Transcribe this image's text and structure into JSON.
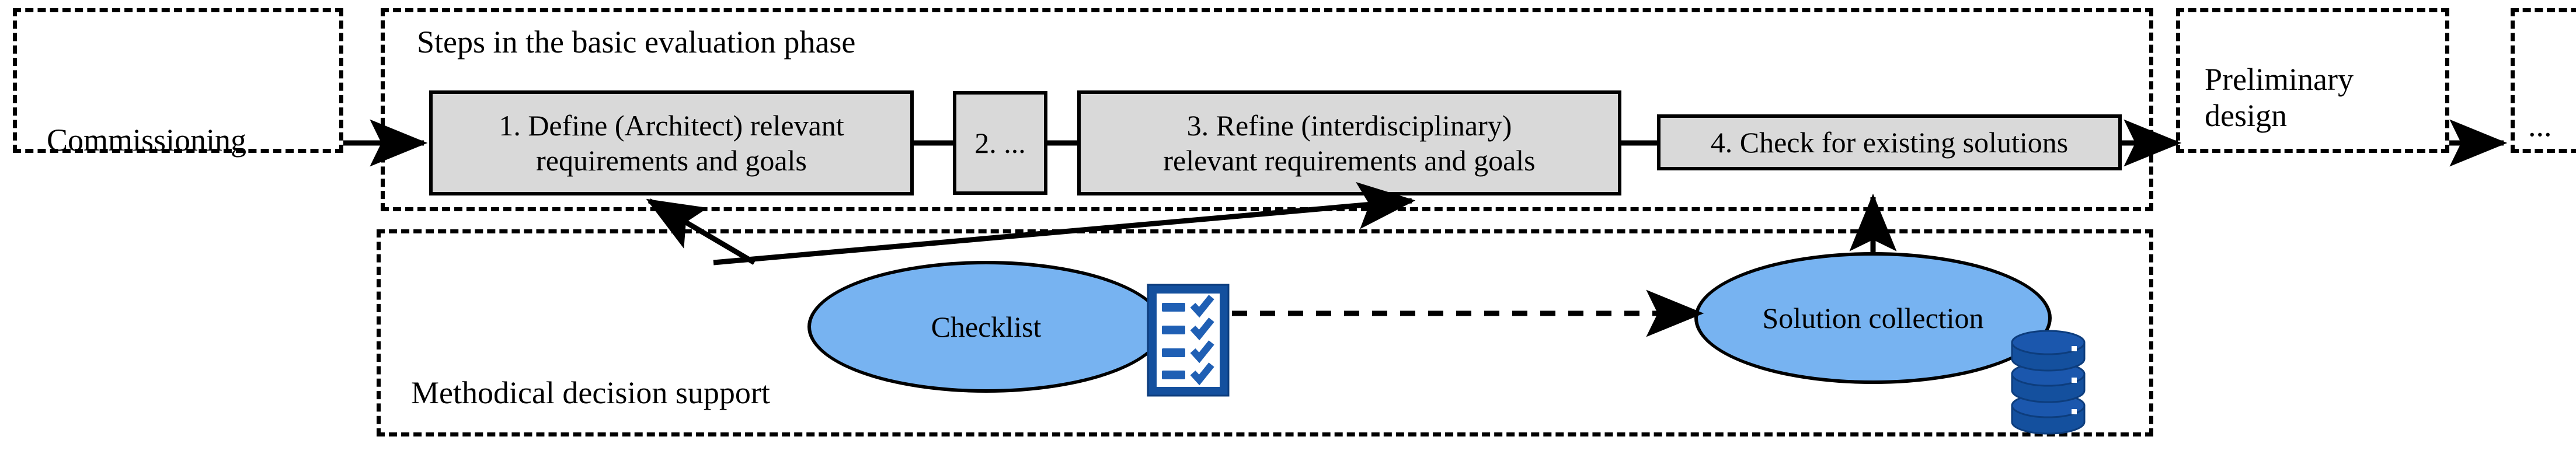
{
  "diagram": {
    "title_hidden": "",
    "colors": {
      "oval_fill": "#77b3f1",
      "box_fill": "#d9d9d9",
      "icon_blue_dark": "#14509e",
      "icon_blue": "#1f5fb4",
      "outline": "#000000"
    },
    "panels": {
      "commissioning": {
        "label": "Commissioning"
      },
      "basic_evaluation": {
        "label": "Steps in the basic evaluation phase"
      },
      "preliminary_design": {
        "label_line1": "Preliminary",
        "label_line2": "design"
      },
      "continuation": {
        "label": "..."
      },
      "decision_support": {
        "label": "Methodical decision support"
      }
    },
    "steps": [
      {
        "id": "step-1",
        "line1": "1. Define (Architect) relevant",
        "line2": "requirements and goals"
      },
      {
        "id": "step-2",
        "line1": "2. ...",
        "line2": ""
      },
      {
        "id": "step-3",
        "line1": "3. Refine (interdisciplinary)",
        "line2": "relevant requirements and goals"
      },
      {
        "id": "step-4",
        "line1": "4. Check for existing solutions",
        "line2": ""
      }
    ],
    "support_nodes": [
      {
        "id": "checklist",
        "label": "Checklist",
        "icon": "checklist-icon"
      },
      {
        "id": "solution-collection",
        "label": "Solution collection",
        "icon": "database-icon"
      }
    ],
    "icons": {
      "checklist": {
        "name": "checklist-icon",
        "rows": 4,
        "check_glyph": "check"
      },
      "database": {
        "name": "database-icon",
        "segments": 3
      }
    },
    "connectors": [
      {
        "name": "commissioning-to-steps",
        "style": "solid-arrow"
      },
      {
        "name": "step1-to-step2",
        "style": "solid-line"
      },
      {
        "name": "step2-to-step3",
        "style": "solid-line"
      },
      {
        "name": "step3-to-step4",
        "style": "solid-line"
      },
      {
        "name": "step4-to-preliminary-design",
        "style": "solid-arrow"
      },
      {
        "name": "preliminary-design-to-continuation",
        "style": "solid-arrow"
      },
      {
        "name": "checklist-to-step1",
        "style": "solid-arrow"
      },
      {
        "name": "checklist-to-step3",
        "style": "solid-arrow"
      },
      {
        "name": "checklist-to-solution-collection",
        "style": "dashed-arrow"
      },
      {
        "name": "solution-collection-to-step4",
        "style": "solid-arrow"
      }
    ]
  }
}
